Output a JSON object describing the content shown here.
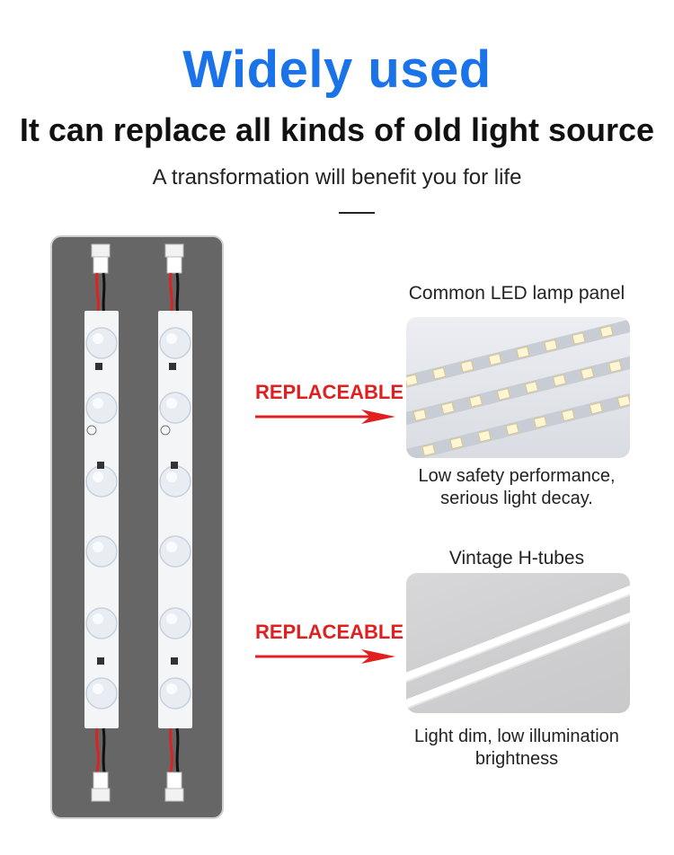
{
  "header": {
    "title": "Widely used",
    "subtitle": "It can replace all kinds of old light source",
    "tagline": "A transformation will benefit you for life"
  },
  "comparisons": [
    {
      "arrow_label": "REPLACEABLE",
      "product_title": "Common LED lamp panel",
      "caption_line1": "Low safety performance,",
      "caption_line2": "serious light decay."
    },
    {
      "arrow_label": "REPLACEABLE",
      "product_title": "Vintage H-tubes",
      "caption_line1": "Light dim, low illumination",
      "caption_line2": "brightness"
    }
  ],
  "colors": {
    "title_blue": "#1a73e8",
    "accent_red": "#e02020",
    "panel_gray": "#666666"
  },
  "icons": [
    "arrow-right-icon",
    "led-strip-image",
    "led-panel-image",
    "h-tube-image"
  ]
}
